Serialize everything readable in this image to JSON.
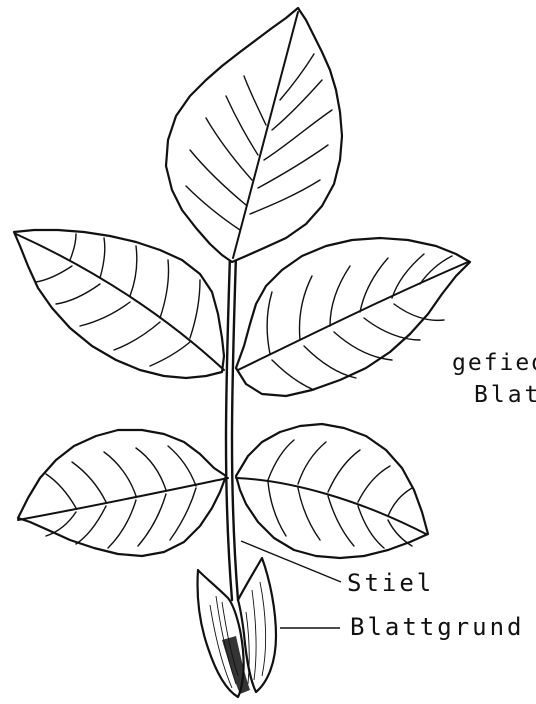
{
  "labels": {
    "compound_leaf_line1": "gefied",
    "compound_leaf_line2": "Blat",
    "stalk": "Stiel",
    "leaf_base": "Blattgrund"
  },
  "colors": {
    "ink": "#111111",
    "paper": "#ffffff"
  }
}
